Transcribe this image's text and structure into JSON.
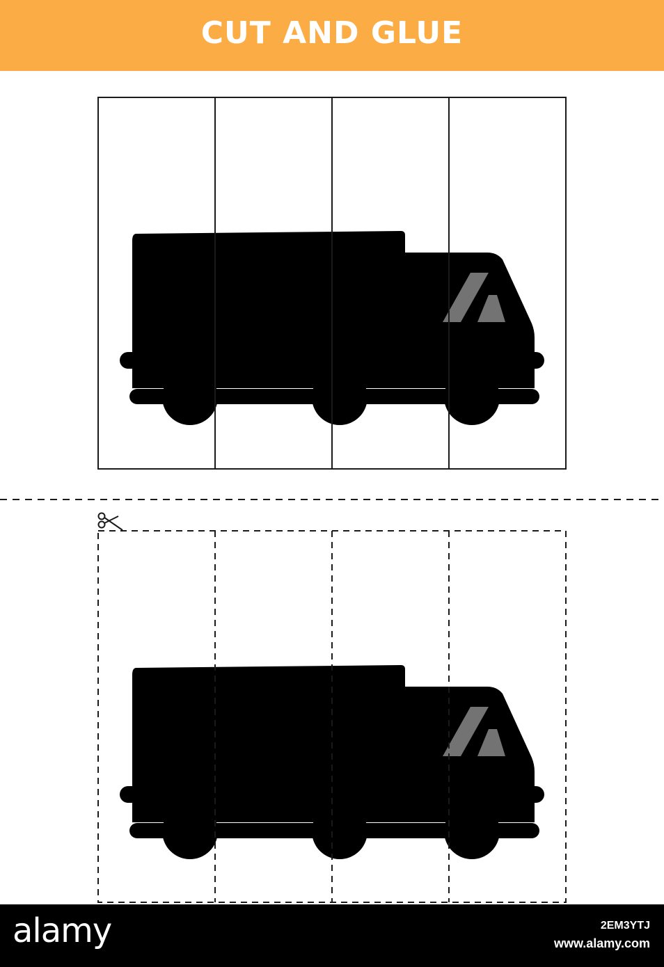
{
  "header": {
    "title": "CUT AND GLUE",
    "color": "#fbac45"
  },
  "worksheet": {
    "puzzle_area": {
      "piece_count": 4,
      "outline": "solid"
    },
    "cut_area": {
      "piece_count": 4,
      "outline": "dashed",
      "icon": "scissors-icon"
    },
    "picture": "truck",
    "colors": {
      "gray_cargo": "#cccccc",
      "gray_ribs": "#bdbdbd",
      "gray_cab": "#e7e7e7",
      "gray_chassis": "#a9a9a9",
      "gray_tire": "#8a8a8a",
      "gray_hub": "#a6a6a6",
      "yellow_cargo": "#e3a31e",
      "yellow_ribs": "#d48e12",
      "yellow_cab": "#f8db5e",
      "window": "#7dd3f5",
      "chassis": "#5c5650",
      "tire": "#1e1e1e",
      "hub": "#5a5654",
      "taillight": "#f6cd4f",
      "headlight": "#e53b32"
    }
  },
  "footer": {
    "brand": "alamy",
    "image_id": "2EM3YTJ",
    "site": "www.alamy.com"
  }
}
